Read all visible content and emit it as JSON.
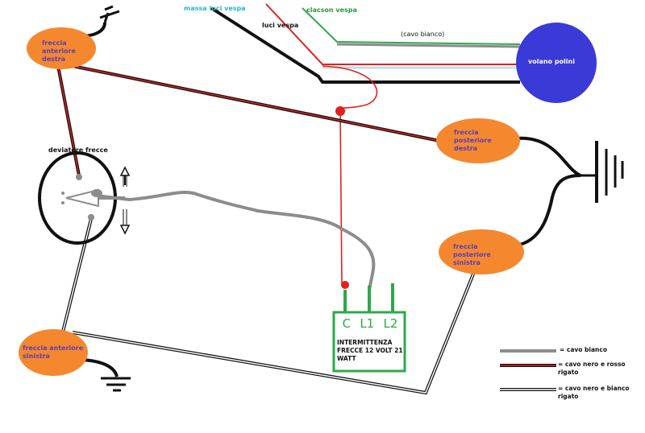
{
  "colors": {
    "orange": "#f5872f",
    "blue": "#3a3ad8",
    "green": "#2ea84a",
    "red": "#e02020",
    "gray": "#8c8c8c",
    "lightblue": "#b9e3ea",
    "black": "#111111",
    "purple_text": "#5a3fb4"
  },
  "top_wires": {
    "massa": "massa luci vespa",
    "luci": "luci vespa",
    "clacson": "clacson vespa"
  },
  "components": {
    "front_right": "freccia anteriore destra",
    "front_left": "freccia anteriore sinistra",
    "rear_right": "freccia posteriore destra",
    "rear_left": "freccia posteriore sinistra",
    "stator": "volano polini",
    "white_cable_note": "(cavo bianco)",
    "switch": "deviatore frecce"
  },
  "relay": {
    "terminals": [
      "C",
      "L1",
      "L2"
    ],
    "label": "INTERMITTENZA FRECCE 12 VOLT 21 WATT"
  },
  "legend": [
    {
      "type": "gray",
      "text": "= cavo bianco"
    },
    {
      "type": "black-red",
      "text": "= cavo nero e rosso rigato"
    },
    {
      "type": "black-white",
      "text": "= cavo nero e bianco rigato"
    }
  ]
}
